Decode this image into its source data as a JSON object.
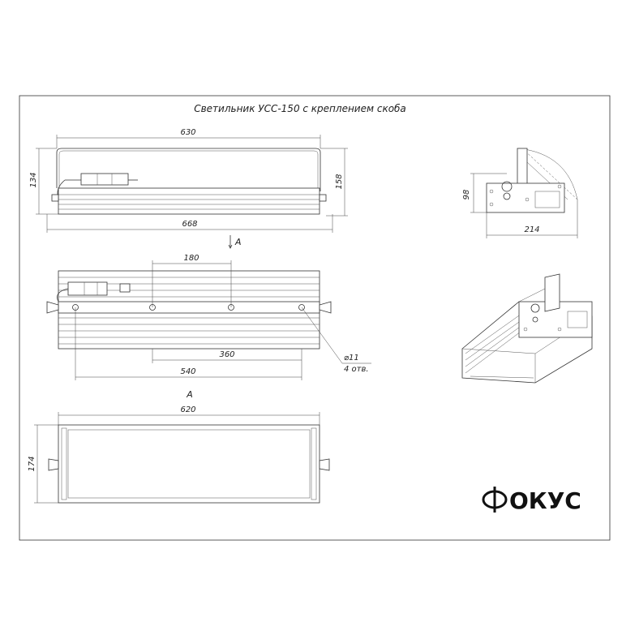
{
  "title": "Светильник УСС-150 с креплением скоба",
  "dimensions": {
    "front_top_width": "630",
    "front_height_left": "134",
    "front_height_right": "158",
    "front_bottom_width": "668",
    "side_height": "98",
    "side_width": "214",
    "plan_spacing_1": "180",
    "plan_spacing_2": "360",
    "plan_spacing_3": "540",
    "hole_diameter": "⌀11",
    "hole_count": "4 отв.",
    "bottom_width": "620",
    "bottom_height": "174"
  },
  "view_labels": {
    "arrow_label": "A",
    "view_a_label": "A"
  },
  "logo": {
    "text": "ОКУС",
    "icon": "phi-logo-icon"
  },
  "colors": {
    "line": "#333333",
    "background": "#ffffff"
  }
}
